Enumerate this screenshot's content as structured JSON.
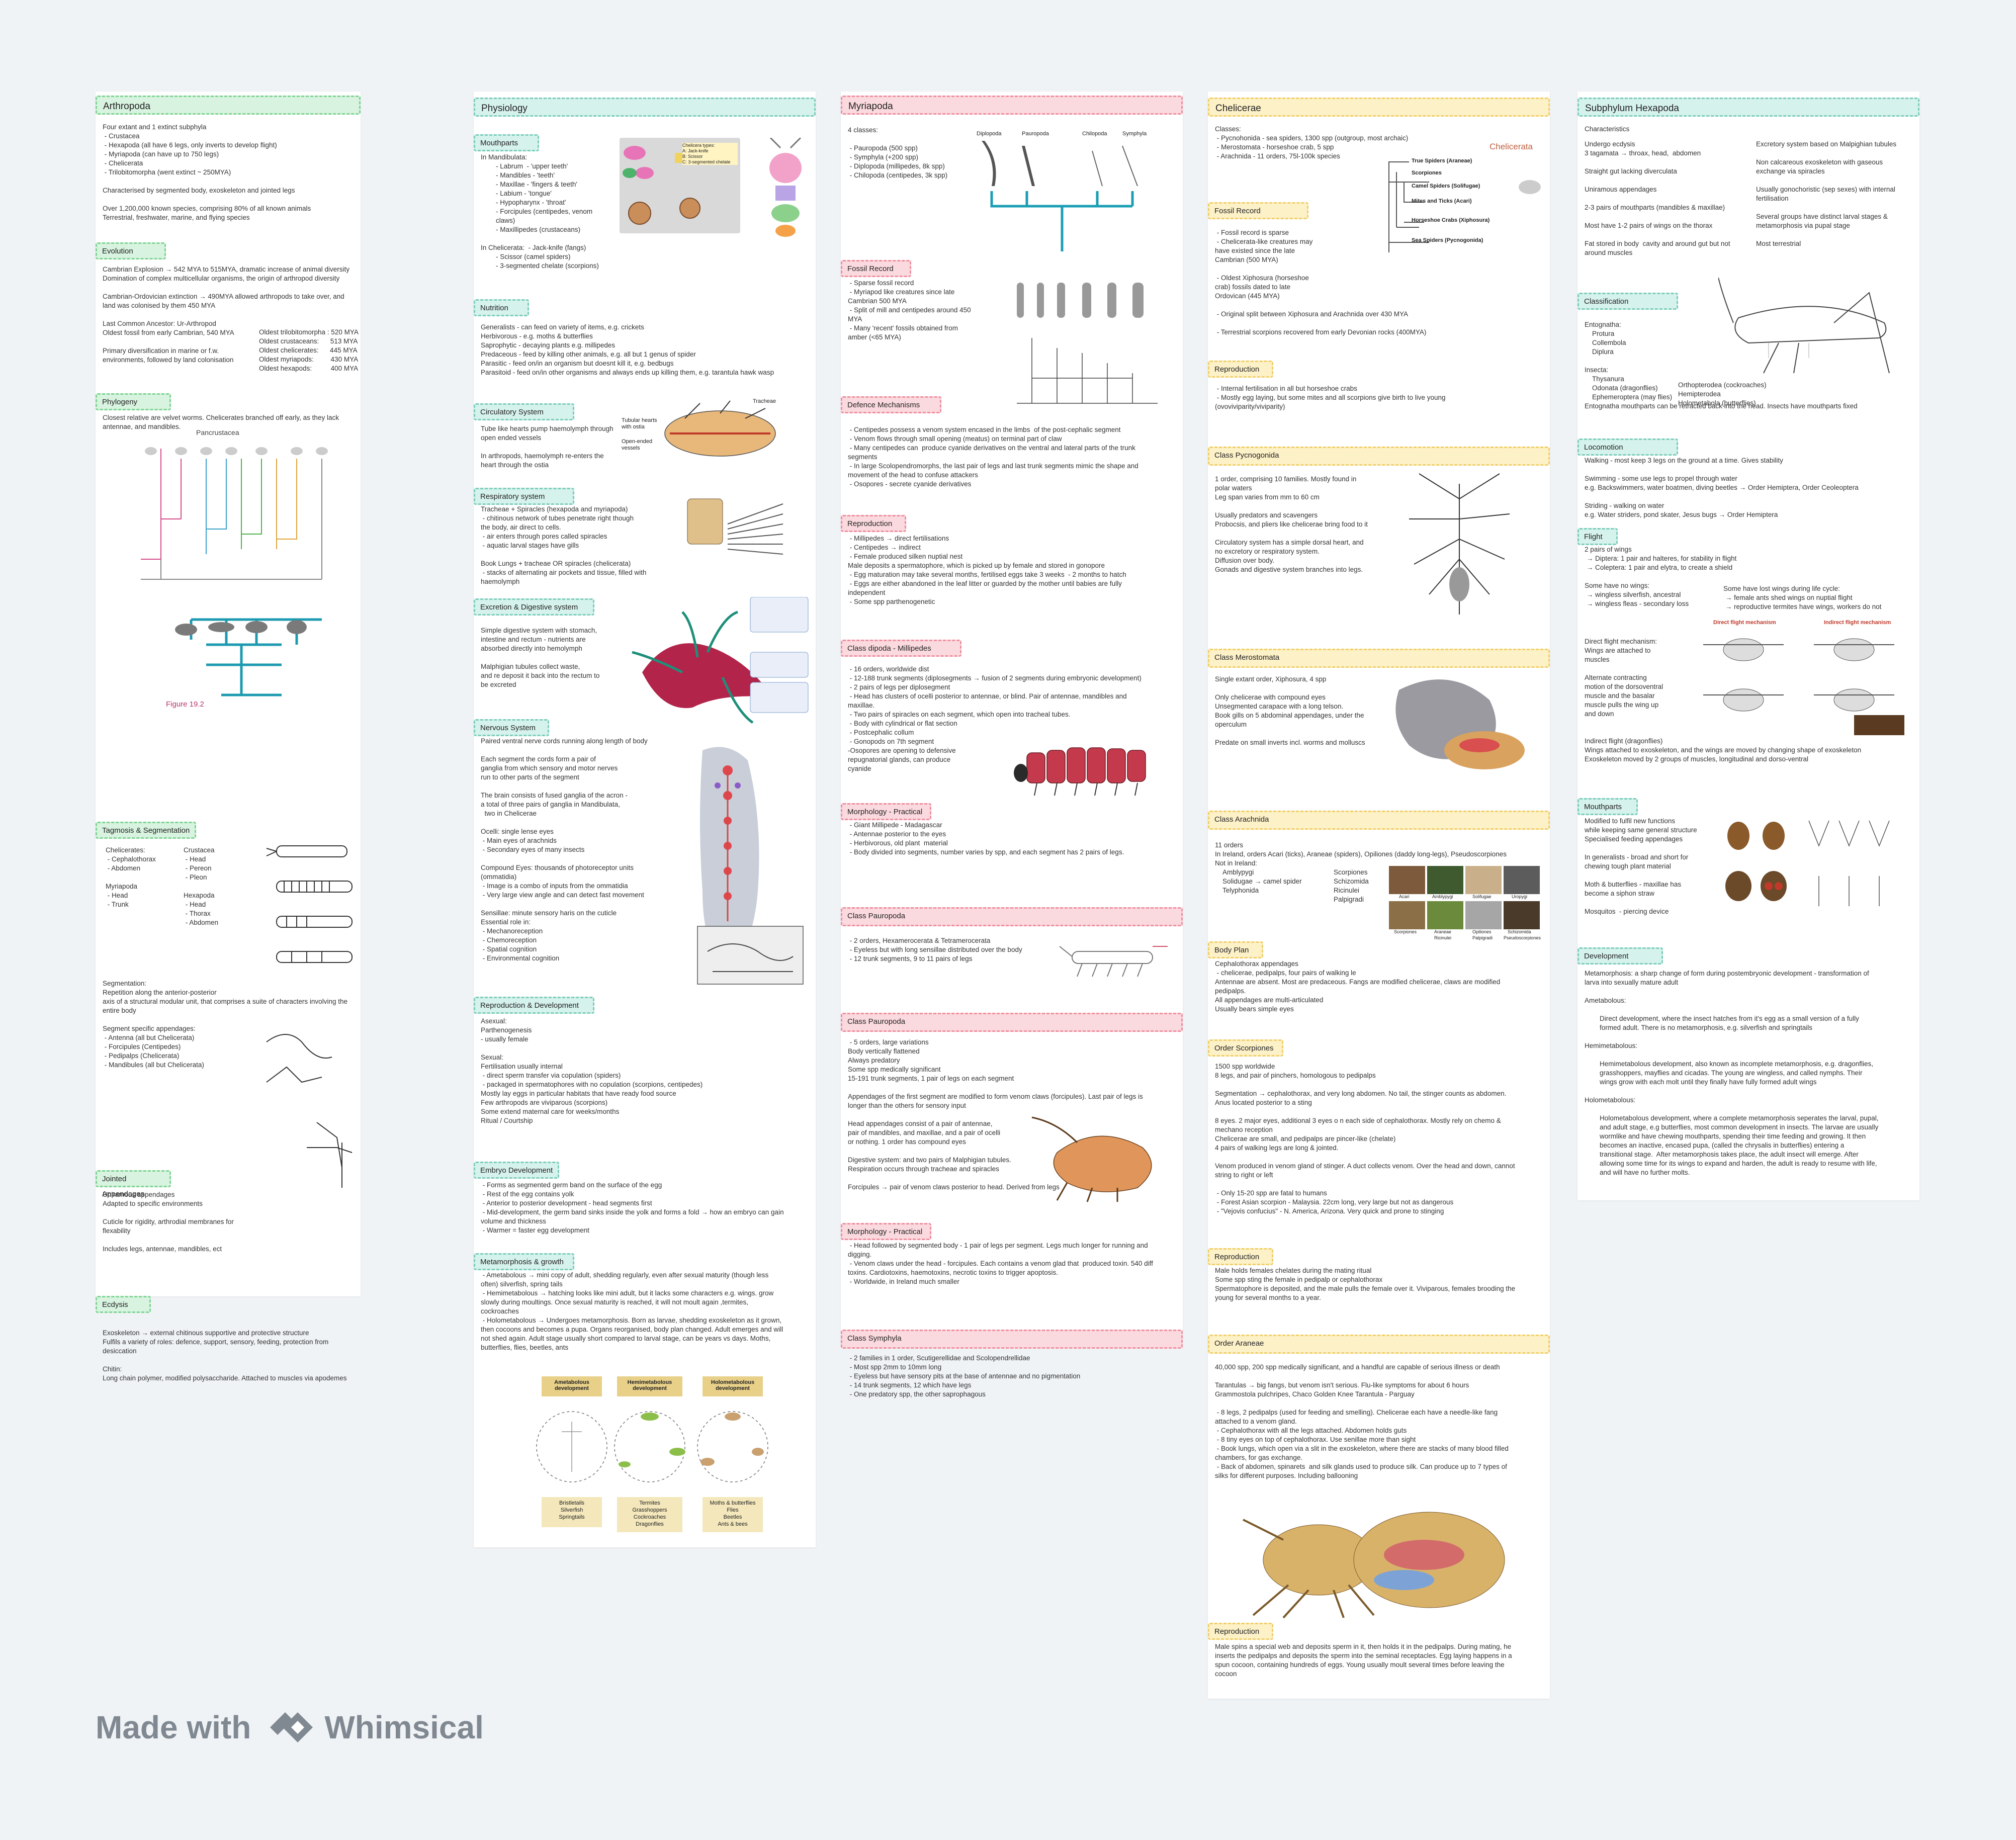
{
  "footer": {
    "made_with": "Made with",
    "brand": "Whimsical"
  },
  "col1": {
    "title": "Arthropoda",
    "intro": "Four extant and 1 extinct subphyla\n - Crustacea\n - Hexapoda (all have 6 legs, only inverts to develop flight)\n - Myriapoda (can have up to 750 legs)\n - Chelicerata\n - Trilobitomorpha (went extinct ~ 250MYA)\n\nCharacterised by segmented body, exoskeleton and jointed legs\n\nOver 1,200,000 known species, comprising 80% of all known animals\nTerrestrial, freshwater, marine, and flying species",
    "evolution_h": "Evolution",
    "evolution": "Cambrian Explosion → 542 MYA to 515MYA, dramatic increase of animal diversity\nDomination of complex multicellular organisms, the origin of arthropod diversity\n\nCambrian-Ordovician extinction → 490MYA allowed arthropods to take over, and land was colonised by them 450 MYA\n\nLast Common Ancestor: Ur-Arthropod\nOldest fossil from early Cambrian, 540 MYA\n\nPrimary diversification in marine or f.w.\nenvironments, followed by land colonisation",
    "oldest": "Oldest trilobitomorpha : 520 MYA\nOldest crustaceans:      513 MYA\nOldest chelicerates:      445 MYA\nOldest myriapods:         430 MYA\nOldest hexapods:          400 MYA",
    "phylogeny_h": "Phylogeny",
    "phylogeny": "Closest relative are velvet worms. Chelicerates branched off early, as they lack antennae, and mandibles.",
    "pancrustacea": "Pancrustacea",
    "figure": "Figure 19.2",
    "tagmosis_h": "Tagmosis & Segmentation",
    "tagmosis_a": "Chelicerates:\n - Cephalothorax\n - Abdomen\n\nMyriapoda\n - Head\n - Trunk",
    "tagmosis_b": "Crustacea\n - Head\n - Pereon\n - Pleon\n\nHexapoda\n - Head\n - Thorax\n - Abdomen",
    "segmentation": "Segmentation:\nRepetition along the anterior-posterior\naxis of a structural modular unit, that comprises a suite of characters involving the entire body\n\nSegment specific appendages:\n - Antenna (all but Chelicerata)\n - Forcipules (Centipedes)\n - Pedipalps (Chelicerata)\n - Mandibules (all but Chelicerata)",
    "jointed_h": "Jointed Appendages",
    "jointed": "Uniramous appendages\nAdapted to specific environments\n\nCuticle for rigidity, arthrodial membranes for\nflexability\n\nIncludes legs, antennae, mandibles, ect",
    "ecdysis_h": "Ecdysis",
    "ecdysis": "Exoskeleton → external chitinous supportive and protective structure\nFulfils a variety of roles: defence, support, sensory, feeding, protection from desiccation\n\nChitin:\nLong chain polymer, modified polysaccharide. Attached to muscles via apodemes"
  },
  "col2": {
    "title": "Physiology",
    "mouth_h": "Mouthparts",
    "mouth": "In Mandibulata:\n        - Labrum  - 'upper teeth'\n        - Mandibles - 'teeth'\n        - Maxillae - 'fingers & teeth'\n        - Labium - 'tongue'\n        - Hypopharynx - 'throat'\n        - Forcipules (centipedes, venom\n        claws)\n        - Maxillipedes (crustaceans)\n\nIn Chelicerata:  - Jack-knife (fangs)\n        - Scissor (camel spiders)\n        - 3-segmented chelate (scorpions)",
    "nutr_h": "Nutrition",
    "nutr": "Generalists - can feed on variety of items, e.g. crickets\nHerbivorous - e.g. moths & butterflies\nSaprophytic - decaying plants e.g. millipedes\nPredaceous - feed by killing other animals, e.g. all but 1 genus of spider\nParasitic - feed on/in an organism but doesnt kill it, e.g. bedbugs\nParasitoid - feed on/in other organisms and always ends up killing them, e.g. tarantula hawk wasp",
    "circ_h": "Circulatory System",
    "circ": "Tube like hearts pump haemolymph through\nopen ended vessels\n\nIn arthropods, haemolymph re-enters the\nheart through the ostia",
    "resp_h": "Respiratory system",
    "resp": "Tracheae + Spiracles (hexapoda and myriapoda)\n - chitinous network of tubes penetrate right though\nthe body, air direct to cells.\n - air enters through pores called spiracles\n - aquatic larval stages have gills\n\nBook Lungs + tracheae OR spiracles (chelicerata)\n - stacks of alternating air pockets and tissue, filled with haemolymph",
    "exc_h": "Excretion & Digestive system",
    "exc": "Simple digestive system with stomach,\nintestine and rectum - nutrients are\nabsorbed directly into hemolymph\n\nMalphigian tubules collect waste,\nand re deposit it back into the rectum to\nbe excreted",
    "nerv_h": "Nervous System",
    "nerv": "Paired ventral nerve cords running along length of body\n\nEach segment the cords form a pair of\nganglia from which sensory and motor nerves\nrun to other parts of the segment\n\nThe brain consists of fused ganglia of the acron -\na total of three pairs of ganglia in Mandibulata,\n  two in Chelicerae\n\nOcelli: single lense eyes\n - Main eyes of arachnids\n - Secondary eyes of many insects\n\nCompound Eyes: thousands of photoreceptor units\n(ommatidia)\n - Image is a combo of inputs from the ommatidia\n - Very large view angle and can detect fast movement\n\nSensillae: minute sensory haris on the cuticle\nEssential role in:\n - Mechanoreception\n - Chemoreception\n - Spatial cognition\n - Environmental cognition",
    "repro_h": "Reproduction & Development",
    "repro": "Asexual:\nParthenogenesis\n- usually female\n\nSexual:\nFertilisation usually internal\n - direct sperm transfer via copulation (spiders)\n - packaged in spermatophores with no copulation (scorpions, centipedes)\nMostly lay eggs in particular habitats that have ready food source\nFew arthropods are viviparous (scorpions)\nSome extend maternal care for weeks/months\nRitual / Courtship",
    "embryo_h": "Embryo Development",
    "embryo": " - Forms as segmented germ band on the surface of the egg\n - Rest of the egg contains yolk\n - Anterior to posterior development - head segments first\n - Mid-development, the germ band sinks inside the yolk and forms a fold → how an embryo can gain\nvolume and thickness\n - Warmer = faster egg development",
    "meta_h": "Metamorphosis & growth",
    "meta": " - Ametabolous → mini copy of adult, shedding regularly, even after sexual maturity (though less\noften) silverfish, spring tails\n - Hemimetabolous → hatching looks like mini adult, but it lacks some characters e.g. wings. grow\nslowly during moultings. Once sexual maturity is reached, it will not moult again ,termites,\ncockroaches\n - Holometabolous → Undergoes metamorphosis. Born as larvae, shedding exoskeleton as it grown,\nthen cocoons and becomes a pupa. Organs reorganised, body plan changed. Adult emerges and will\nnot shed again. Adult stage usually short compared to larval stage, can be years vs days. Moths,\nbutterflies, flies, beetles, ants",
    "dev_labels": [
      "Ametabolous development",
      "Hemimetabolous development",
      "Holometabolous development"
    ],
    "dev_examples": [
      "Bristletails\nSilverfish\nSpringtails",
      "Termites\nGrasshoppers\nCockroaches\nDragonflies",
      "Moths & butterflies\nFlies\nBeetles\nAnts & bees"
    ],
    "tubular_hearts": "Tubular hearts\nwith ostia",
    "open_vessels": "Open-ended\nvessels",
    "trachea_label": "Tracheae",
    "chelicera_types": "Chelicera types:\nA: Jack-knife\nB: Scissor\nC: 3-segmented chelate"
  },
  "col3": {
    "title": "Myriapoda",
    "intro": "4 classes:\n\n - Pauropoda (500 spp)\n - Symphyla (+200 spp)\n - Diplopoda (millipedes, 8k spp)\n - Chilopoda (centipedes, 3k spp)",
    "tree_labels": [
      "Diplopoda",
      "Pauropoda",
      "Chilopoda",
      "Symphyla"
    ],
    "fossil_h": "Fossil Record",
    "fossil": " - Sparse fossil record\n - Myriapod like creatures since late\nCambrian 500 MYA\n - Split of mill and centipedes around 450\nMYA\n - Many 'recent' fossils obtained from\namber (<65 MYA)",
    "def_h": "Defence Mechanisms",
    "def": " - Centipedes possess a venom system encased in the limbs  of the post-cephalic segment\n - Venom flows through small opening (meatus) on terminal part of claw\n - Many centipedes can  produce cyanide derivatives on the ventral and lateral parts of the trunk\nsegments\n - In large Scolopendromorphs, the last pair of legs and last trunk segments mimic the shape and\nmovement of the head to confuse attackers\n - Osopores - secrete cyanide derivatives",
    "repro_h": "Reproduction",
    "repro": " - Millipedes → direct fertilisations\n - Centipedes → indirect\n - Female produced silken nuptial nest\nMale deposits a spermatophore, which is picked up by female and stored in gonopore\n - Egg maturation may take several months, fertilised eggs take 3 weeks  - 2 months to hatch\n - Eggs are either abandoned in the leaf litter or guarded by the mother until babies are fully\nindependent\n - Some spp parthenogenetic",
    "dip_h": "Class dipoda - Millipedes",
    "dip": " - 16 orders, worldwide dist\n - 12-188 trunk segments (diplosegments → fusion of 2 segments during embryonic development)\n - 2 pairs of legs per diplosegment\n - Head has clusters of ocelli posterior to antennae, or blind. Pair of antennae, mandibles and\nmaxillae.\n - Two pairs of spiracles on each segment, which open into tracheal tubes.\n - Body with cylindrical or flat section\n - Postcephalic collum\n - Gonopods on 7th segment\n-Osopores are opening to defensive\nrepugnatorial glands, can produce\ncyanide",
    "dip_morph_h": "Morphology - Practical",
    "dip_morph": " - Giant Millipede - Madagascar\n - Antennae posterior to the eyes\n - Herbivorous, old plant  material\n - Body divided into segments, number varies by spp, and each segment has 2 pairs of legs.",
    "pauro_h": "Class Pauropoda",
    "pauro": " - 2 orders, Hexamerocerata & Tetramerocerata\n - Eyeless but with long sensillae distributed over the body\n - 12 trunk segments, 9 to 11 pairs of legs",
    "chilo_h": "Class Pauropoda",
    "chilo": " - 5 orders, large variations\nBody vertically flattened\nAlways predatory\nSome spp medically significant\n15-191 trunk segments, 1 pair of legs on each segment\n\nAppendages of the first segment are modified to form venom claws (forcipules). Last pair of legs is\nlonger than the others for sensory input\n\nHead appendages consist of a pair of antennae,\npair of mandibles, and maxillae, and a pair of ocelli\nor nothing. 1 order has compound eyes\n\nDigestive system: and two pairs of Malphigian tubules.\nRespiration occurs through tracheae and spiracles\n\nForcipules → pair of venom claws posterior to head. Derived from legs",
    "chilo_morph_h": "Morphology - Practical",
    "chilo_morph": " - Head followed by segmented body - 1 pair of legs per segment. Legs much longer for running and\ndigging.\n - Venom claws under the head - forcipules. Each contains a venom glad that  produced toxin. 540 diff\ntoxins. Cardiotoxins, haemotoxins, necrotic toxins to trigger apoptosis.\n - Worldwide, in Ireland much smaller",
    "sym_h": "Class Symphyla",
    "sym": " - 2 families in 1 order, Scutigerellidae and Scolopendrellidae\n - Most spp 2mm to 10mm long\n - Eyeless but have sensory pits at the base of antennae and no pigmentation\n - 14 trunk segments, 12 which have legs\n - One predatory spp, the other saprophagous"
  },
  "col4": {
    "title": "Chelicerae",
    "intro": "Classes:\n - Pycnohonida - sea spiders, 1300 spp (outgroup, most archaic)\n - Merostomata - horseshoe crab, 5 spp\n - Arachnida - 11 orders, 75l-100k species",
    "tree_title": "Chelicerata",
    "tree_labels": [
      "True Spiders (Araneae)",
      "Scorpiones",
      "Camel Spiders (Solifugae)",
      "Mites and Ticks (Acari)",
      "Horseshoe Crabs (Xiphosura)",
      "Sea Spiders (Pycnogonida)"
    ],
    "fossil_h": "Fossil Record",
    "fossil": " - Fossil record is sparse\n - Chelicerata-like creatures may\nhave existed since the late\nCambrian (500 MYA)\n\n - Oldest Xiphosura (horseshoe\ncrab) fossils dated to late\nOrdovican (445 MYA)\n\n - Original split between Xiphosura and Arachnida over 430 MYA\n\n - Terrestrial scorpions recovered from early Devonian rocks (400MYA)",
    "repro_h": "Reproduction",
    "repro": " - Internal fertilisation in all but horseshoe crabs\n - Mostly egg laying, but some mites and all scorpions give birth to live young\n(ovoviviparity/viviparity)",
    "pyc_h": "Class Pycnogonida",
    "pyc": "1 order, comprising 10 families. Mostly found in\npolar waters\nLeg span varies from mm to 60 cm\n\nUsually predators and scavengers\nProbocsis, and pliers like chelicerae bring food to it\n\nCirculatory system has a simple dorsal heart, and\nno excretory or respiratory system.\nDiffusion over body.\nGonads and digestive system branches into legs.",
    "mero_h": "Class Merostomata",
    "mero": "Single extant order, Xiphosura, 4 spp\n\nOnly chelicerae with compound eyes\nUnsegmented carapace with a long telson.\nBook gills on 5 abdominal appendages, under the\noperculum\n\nPredate on small inverts incl. worms and molluscs",
    "arach_h": "Class Arachnida",
    "arach": "11 orders\nIn Ireland, orders Acari (ticks), Araneae (spiders), Opiliones (daddy long-legs), Pseudoscorpiones\nNot in Ireland:\n    Amblypygi\n    Solidugae → camel spider\n    Telyphonida",
    "arach_b": "Scorpiones\nSchizomida\nRicinulei\nPalpigradi",
    "photo_labels": [
      "Acari",
      "Amblypygi",
      "Solifugae",
      "Uropygi",
      "Scorpiones",
      "Araneae",
      "Opiliones",
      "Schizomida",
      "Ricinulei",
      "Palpigradi",
      "Pseudoscorpiones"
    ],
    "body_h": "Body Plan",
    "body": "Cephalothorax appendages\n - chelicerae, pedipalps, four pairs of walking le\nAntennae are absent. Most are predaceous. Fangs are modified chelicerae, claws are modified\npedipalps.\nAll appendages are multi-articulated\nUsually bears simple eyes",
    "scorp_h": "Order Scorpiones",
    "scorp": "1500 spp worldwide\n8 legs, and pair of pinchers, homologous to pedipalps\n\nSegmentation → cephalothorax, and very long abdomen. No tail, the stinger counts as abdomen.\nAnus located posterior to a sting\n\n8 eyes. 2 major eyes, additional 3 eyes o n each side of cephalothorax. Mostly rely on chemo &\nmechano reception\nChelicerae are small, and pedipalps are pincer-like (chelate)\n4 pairs of walking legs are long & jointed.\n\nVenom produced in venom gland of stinger. A duct collects venom. Over the head and down, cannot\nstring to right or left\n\n - Only 15-20 spp are fatal to humans\n - Forest Asian scorpion - Malaysia. 22cm long, very large but not as dangerous\n - \"Vejovis confucius\" - N. America, Arizona. Very quick and prone to stinging",
    "srepro_h": "Reproduction",
    "srepro": "Male holds females chelates during the mating ritual\nSome spp sting the female in pedipalp or cephalothorax\nSpermatophore is deposited, and the male pulls the female over it. Viviparous, females brooding the\nyoung for several months to a year.",
    "aran_h": "Order Araneae",
    "aran": "40,000 spp, 200 spp medically significant, and a handful are capable of serious illness or death\n\nTarantulas → big fangs, but venom isn't serious. Flu-like symptoms for about 6 hours\nGrammostola pulchripes, Chaco Golden Knee Tarantula - Parguay\n\n - 8 legs, 2 pedipalps (used for feeding and smelling). Chelicerae each have a needle-like fang\nattached to a venom gland.\n - Cephalothorax with all the legs attached. Abdomen holds guts\n - 8 tiny eyes on top of cephalothorax. Use senillae more than sight\n - Book lungs, which open via a slit in the exoskeleton, where there are stacks of many blood filled\nchambers, for gas exchange.\n - Back of abdomen, spinarets  and silk glands used to produce silk. Can produce up to 7 types of\nsilks for different purposes. Including ballooning",
    "arepro_h": "Reproduction",
    "arepro": "Male spins a special web and deposits sperm in it, then holds it in the pedipalps. During mating, he\ninserts the pedipalps and deposits the sperm into the seminal receptacles. Egg laying happens in a\nspun cocoon, containing hundreds of eggs. Young usually moult several times before leaving the\ncocoon"
  },
  "col5": {
    "title": "Subphylum Hexapoda",
    "char_h": "Characteristics",
    "char_a": "Undergo ecdysis\n3 tagamata → throax, head,  abdomen\n\nStraight gut lacking diverculata\n\nUniramous appendages\n\n2-3 pairs of mouthparts (mandibles & maxillae)\n\nMost have 1-2 pairs of wings on the thorax\n\nFat stored in body  cavity and around gut but not\naround muscles",
    "char_b": "Excretory system based on Malpighian tubules\n\nNon calcareous exoskeleton with gaseous\nexchange via spiracles\n\nUsually gonochoristic (sep sexes) with internal\nfertilisation\n\nSeveral groups have distinct larval stages &\nmetamorphosis via pupal stage\n\nMost terrestrial",
    "class_h": "Classification",
    "class": "Entognatha:\n    Protura\n    Collembola\n    Diplura\n\nInsecta:\n    Thysanura\n    Odonata (dragonflies)\n    Ephemeroptera (may flies)\nEntognatha mouthparts can be retracted back into the head. Insects have mouthparts fixed",
    "class_b": "Orthopterodea (cockroaches)\nHemipterodea\nHolometabola (butterflies)",
    "loco_h": "Locomotion",
    "loco": "Walking - most keep 3 legs on the ground at a time. Gives stability\n\nSwimming - some use legs to propel through water\ne.g. Backswimmers, water boatmen, diving beetles → Order Hemiptera, Order Ceoleoptera\n\nStriding - walking on water\ne.g. Water striders, pond skater, Jesus bugs → Order Hemiptera",
    "flight_h": "Flight",
    "flight": "2 pairs of wings\n → Diptera: 1 pair and halteres, for stability in flight\n → Coleptera: 1 pair and elytra, to create a shield\n\nSome have no wings:\n → wingless silverfish, ancestral\n → wingless fleas - secondary loss",
    "flight_b": "Some have lost wings during life cycle:\n → female ants shed wings on nuptial flight\n → reproductive termites have wings, workers do not",
    "flight_c": "Direct flight mechanism:\nWings are attached to\nmuscles\n\nAlternate contracting\nmotion of the dorsoventral\nmuscle and the basalar\nmuscle pulls the wing up\nand down\n\n\nIndirect flight (dragonflies)\nWings attached to exoskeleton, and the wings are moved by changing shape of exoskeleton\nExoskeleton moved by 2 groups of muscles, longitudinal and dorso-ventral",
    "direct_label": "Direct flight mechanism",
    "indirect_label": "Indirect flight mechanism",
    "mouth_h": "Mouthparts",
    "mouth": "Modified to fulfil new functions\nwhile keeping same general structure\nSpecialised feeding appendages\n\nIn generalists - broad and short for\nchewing tough plant material\n\nMoth & butterflies - maxillae has\nbecome a siphon straw\n\nMosquitos  - piercing device",
    "dev_h": "Development",
    "dev": "Metamorphosis: a sharp change of form during postembryonic development - transformation of\nlarva into sexually mature adult\n\nAmetabolous:\n\n        Direct development, where the insect hatches from it's egg as a small version of a fully\n        formed adult. There is no metamorphosis, e.g. silverfish and springtails\n\nHemimetabolous:\n\n        Hemimetabolous development, also known as incomplete metamorphosis, e.g. dragonflies,\n        grasshoppers, mayflies and cicadas. The young are wingless, and called nymphs. Their\n        wings grow with each molt until they finally have fully formed adult wings\n\nHolometabolous:\n\n        Holometabolous development, where a complete metamorphosis seperates the larval, pupal,\n        and adult stage, e.g butterflies, most common development in insects. The larvae are usually\n        wormlike and have chewing mouthparts, spending their time feeding and growing. It then\n        becomes an inactive, encased pupa, (called the chrysalis in butterflies) entering a\n        transitional stage.  After metamorphosis takes place, the adult insect will emerge. After\n        allowing some time for its wings to expand and harden, the adult is ready to resume with life,\n        and will have no further molts."
  }
}
